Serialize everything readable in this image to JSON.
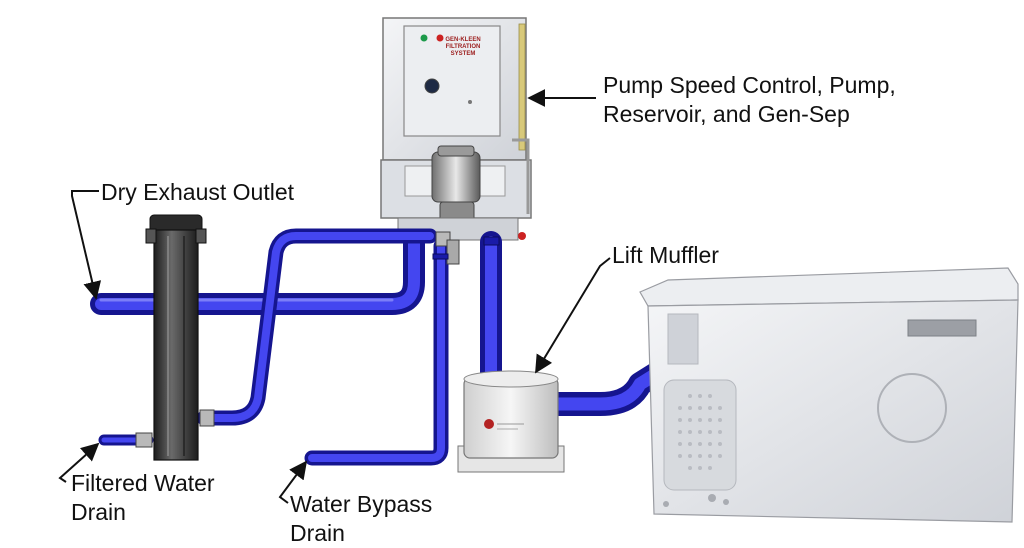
{
  "callouts": {
    "pump_speed_control": [
      "Pump Speed Control, Pump,",
      "Reservoir, and Gen-Sep"
    ],
    "dry_exhaust_outlet": "Dry Exhaust Outlet",
    "lift_muffler": "Lift Muffler",
    "filtered_water_drain": [
      "Filtered Water",
      "Drain"
    ],
    "water_bypass_drain": [
      "Water Bypass",
      "Drain"
    ]
  },
  "panel": {
    "brand_lines": [
      "GEN-KLEEN",
      "FILTRATION",
      "SYSTEM"
    ]
  },
  "colors": {
    "pipe_blue": "#2d2fd6",
    "pipe_dark": "#15158f",
    "filter_body": "#3a3a3a",
    "enclosure": "#e4e6ea",
    "outline": "#222222"
  }
}
